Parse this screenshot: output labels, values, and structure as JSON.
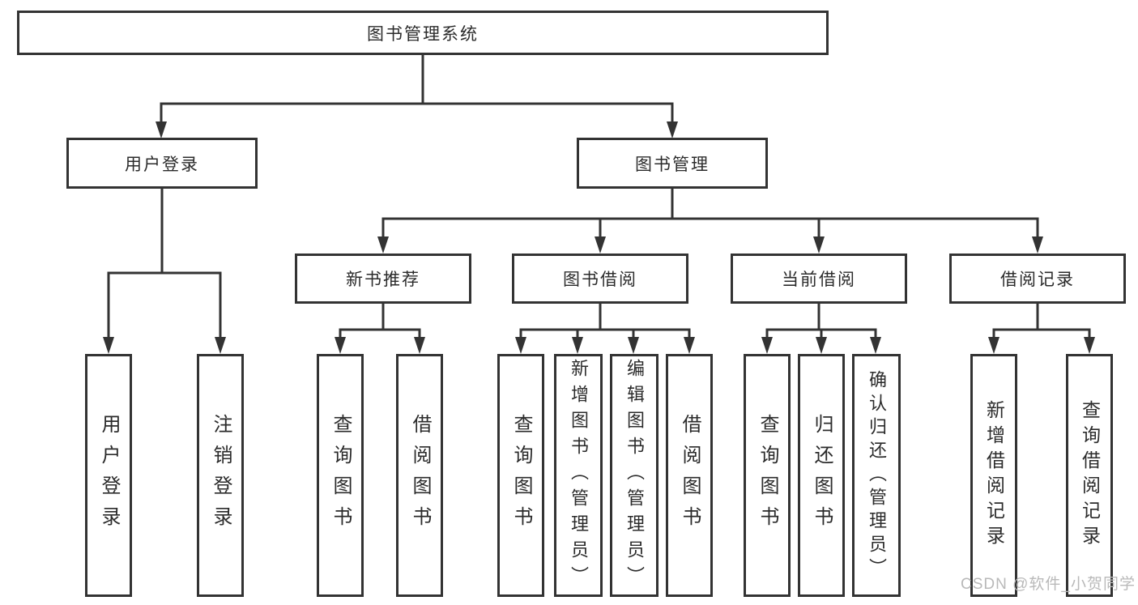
{
  "diagram_title": "图书管理系统",
  "nodes": {
    "root": {
      "label": "图书管理系统"
    },
    "user_login": {
      "label": "用户登录"
    },
    "book_mgmt": {
      "label": "图书管理"
    },
    "new_book": {
      "label": "新书推荐"
    },
    "borrow": {
      "label": "图书借阅"
    },
    "current": {
      "label": "当前借阅"
    },
    "record": {
      "label": "借阅记录"
    },
    "ul_login": {
      "label": "用户登录"
    },
    "ul_logout": {
      "label": "注销登录"
    },
    "nb_query": {
      "label": "查询图书"
    },
    "nb_borrow": {
      "label": "借阅图书"
    },
    "bb_query": {
      "label": "查询图书"
    },
    "bb_add": {
      "label": "新增图书（管理员）"
    },
    "bb_edit": {
      "label": "编辑图书（管理员）"
    },
    "bb_borrow": {
      "label": "借阅图书"
    },
    "cb_query": {
      "label": "查询图书"
    },
    "cb_return": {
      "label": "归还图书"
    },
    "cb_confirm": {
      "label": "确认归还（管理员）"
    },
    "br_add": {
      "label": "新增借阅记录"
    },
    "br_query": {
      "label": "查询借阅记录"
    }
  },
  "hierarchy": {
    "图书管理系统": [
      "用户登录",
      "图书管理"
    ],
    "用户登录": [
      "用户登录",
      "注销登录"
    ],
    "图书管理": [
      "新书推荐",
      "图书借阅",
      "当前借阅",
      "借阅记录"
    ],
    "新书推荐": [
      "查询图书",
      "借阅图书"
    ],
    "图书借阅": [
      "查询图书",
      "新增图书（管理员）",
      "编辑图书（管理员）",
      "借阅图书"
    ],
    "当前借阅": [
      "查询图书",
      "归还图书",
      "确认归还（管理员）"
    ],
    "借阅记录": [
      "新增借阅记录",
      "查询借阅记录"
    ]
  },
  "watermark": {
    "text": "CSDN @软件_小贺同学"
  },
  "colors": {
    "line": "#333333",
    "border": "#333333",
    "text": "#2b2b2b",
    "watermark": "#b9b9b9",
    "background": "#ffffff"
  }
}
